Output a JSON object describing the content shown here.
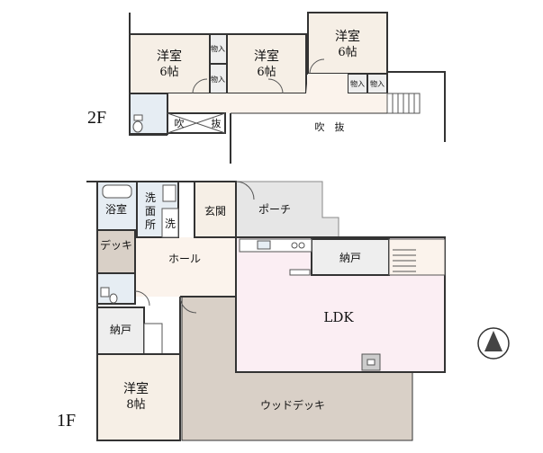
{
  "floors": {
    "upper": "2F",
    "lower": "1F"
  },
  "rooms_2f": {
    "room_left_name": "洋室",
    "room_left_size": "6帖",
    "room_mid_name": "洋室",
    "room_mid_size": "6帖",
    "room_right_name": "洋室",
    "room_right_size": "6帖",
    "storage_a": "物入",
    "storage_b": "物入",
    "storage_c": "物入",
    "storage_d": "物入",
    "void_left_a": "吹",
    "void_left_b": "抜",
    "void_right": "吹　抜"
  },
  "rooms_1f": {
    "bath": "浴室",
    "washroom_a": "洗",
    "washroom_b": "面",
    "washroom_c": "所",
    "washer": "洗",
    "entrance": "玄関",
    "porch": "ポーチ",
    "deck_small": "デッキ",
    "hall": "ホール",
    "closet_ldk": "納戸",
    "ldk": "LDK",
    "closet_left": "納戸",
    "bedroom_name": "洋室",
    "bedroom_size": "8帖",
    "wood_deck": "ウッドデッキ"
  },
  "colors": {
    "wall": "#333333",
    "ldk_floor": "#fbeef3",
    "wood_floor": "#f6efe6",
    "deck_floor": "#d9d0c7",
    "wet_floor": "#e6edf3",
    "porch_floor": "#e6e6e6",
    "storage_floor": "#eeeeee"
  },
  "icons": [
    "north-arrow-icon",
    "stairs-icon",
    "bathtub-icon",
    "toilet-icon",
    "kitchen-icon",
    "stove-icon"
  ]
}
